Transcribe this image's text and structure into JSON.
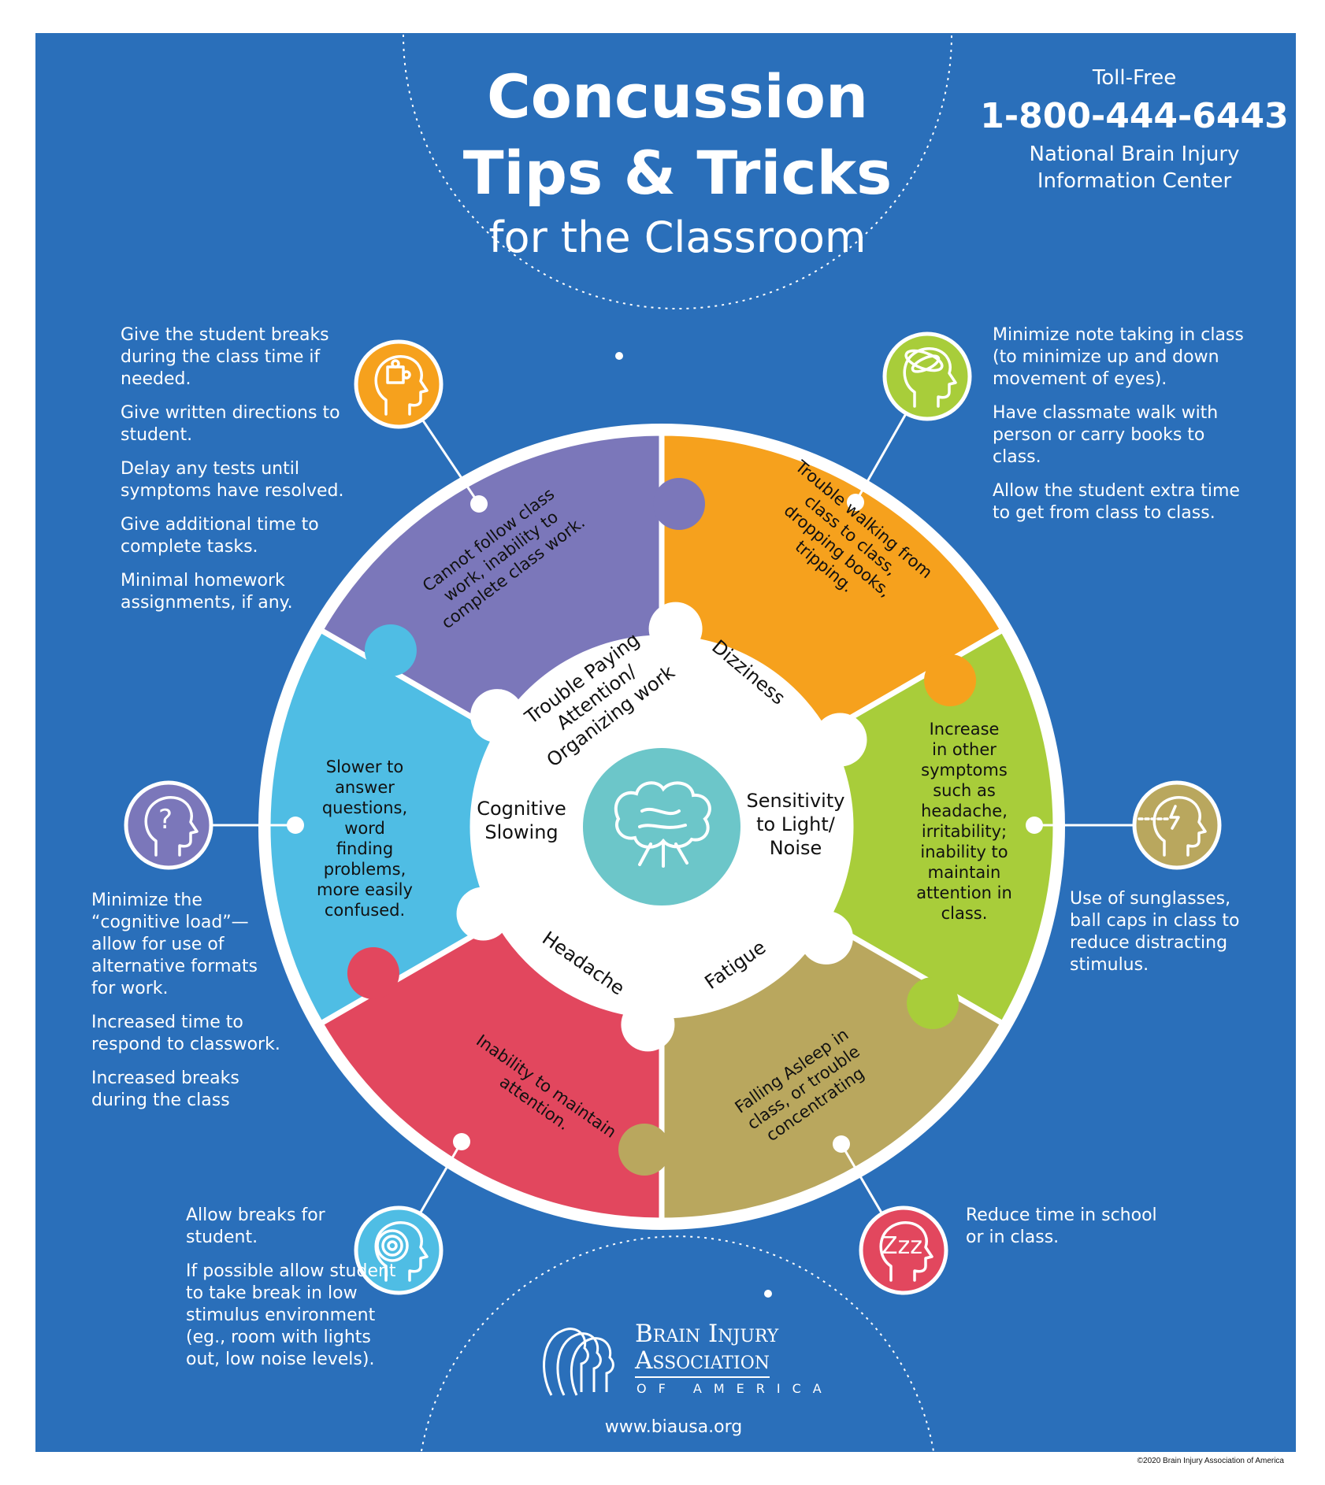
{
  "title": {
    "line1": "Concussion",
    "line2": "Tips & Tricks",
    "line3": "for the Classroom"
  },
  "contact": {
    "tollfree_label": "Toll-Free",
    "phone": "1-800-444-6443",
    "center_line1": "National Brain Injury",
    "center_line2": "Information Center"
  },
  "segments": [
    {
      "id": "attention",
      "color": "#f6a11d",
      "inner_label": [
        "Trouble Paying",
        "Attention/",
        "Organizing work"
      ],
      "symptom": [
        "Cannot follow class",
        "work, inability to",
        "complete class work."
      ],
      "tips": [
        "Give the student breaks during the class time if needed.",
        "Give written directions to student.",
        "Delay any tests until symptoms have resolved.",
        "Give additional time to complete tasks.",
        "Minimal homework assignments, if any."
      ]
    },
    {
      "id": "dizziness",
      "color": "#a8cd3a",
      "inner_label": [
        "Dizziness"
      ],
      "symptom": [
        "Trouble walking from",
        "class to class,",
        "dropping books,",
        "tripping."
      ],
      "tips": [
        "Minimize note taking in class (to minimize up and down movement of eyes).",
        "Have classmate walk with person or carry books to class.",
        "Allow the student extra time to get from class to class."
      ]
    },
    {
      "id": "sensitivity",
      "color": "#b9a75e",
      "inner_label": [
        "Sensitivity",
        "to Light/",
        "Noise"
      ],
      "symptom": [
        "Increase",
        "in other",
        "symptoms",
        "such as",
        "headache,",
        "irritability;",
        "inability to",
        "maintain",
        "attention in",
        "class."
      ],
      "tips": [
        "Use of sunglasses, ball caps in class to reduce distracting stimulus."
      ]
    },
    {
      "id": "fatigue",
      "color": "#e2475e",
      "inner_label": [
        "Fatigue"
      ],
      "symptom": [
        "Falling Asleep in",
        "class, or trouble",
        "concentrating"
      ],
      "tips": [
        "Reduce time in school or in class."
      ]
    },
    {
      "id": "headache",
      "color": "#4fbde4",
      "inner_label": [
        "Headache"
      ],
      "symptom": [
        "Inability to maintain",
        "attention."
      ],
      "tips": [
        "Allow breaks for student.",
        "If possible allow student to take break in low stimulus environment (eg., room with lights out, low noise levels)."
      ]
    },
    {
      "id": "cognitive",
      "color": "#7b77ba",
      "inner_label": [
        "Cognitive",
        "Slowing"
      ],
      "symptom": [
        "Slower to",
        "answer",
        "questions,",
        "word",
        "finding",
        "problems,",
        "more easily",
        "confused."
      ],
      "tips": [
        "Minimize the “cognitive load”—allow for use of alternative formats for work.",
        "Increased time to respond to classwork.",
        "Increased breaks during the class"
      ]
    }
  ],
  "logo": {
    "line1": "Brain Injury",
    "line2": "Association",
    "line3": "OF AMERICA"
  },
  "website": "www.biausa.org",
  "copyright": "©2020 Brain Injury Association of America",
  "colors": {
    "background": "#2a6fba",
    "center_circle": "#6cc6c9"
  }
}
